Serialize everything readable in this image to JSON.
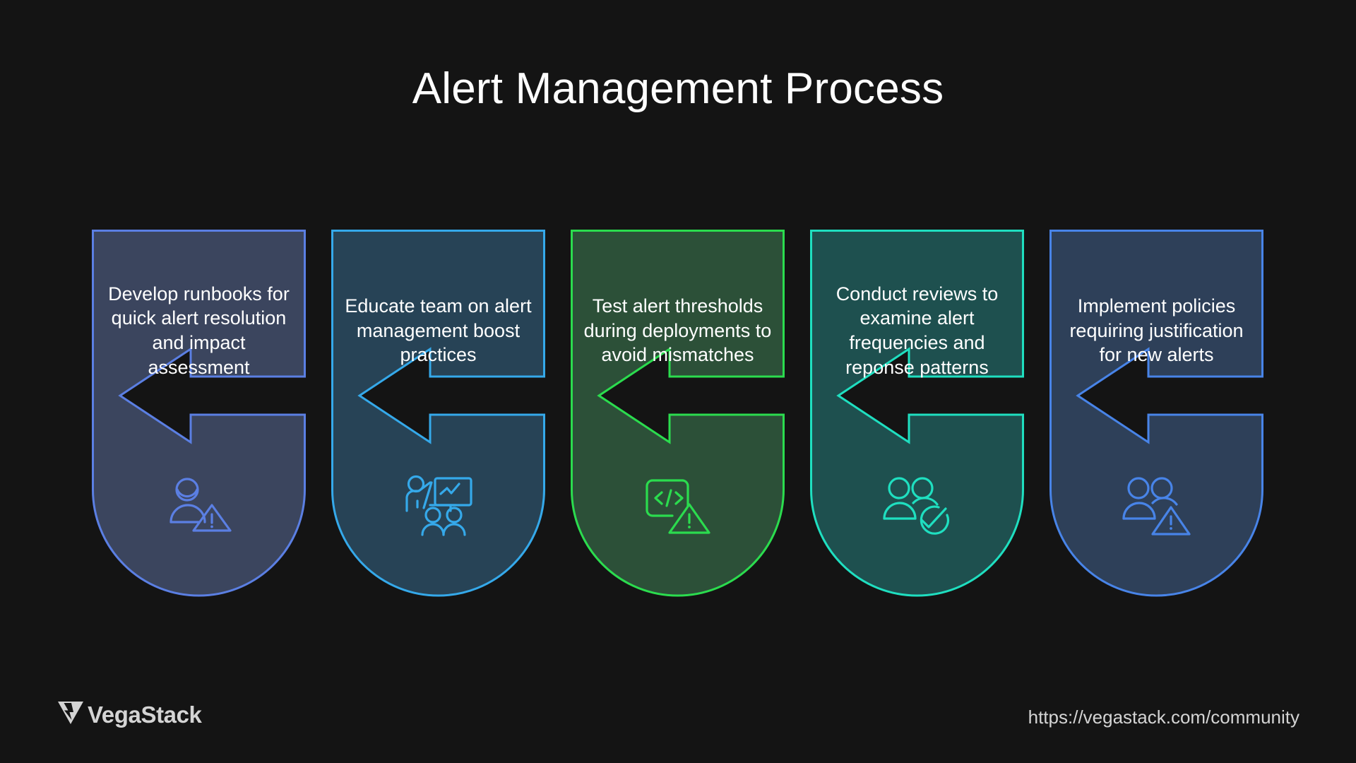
{
  "title": "Alert Management Process",
  "background_color": "#141414",
  "steps": [
    {
      "text": "Develop runbooks for quick alert resolution and impact assessment",
      "accent": "#5b7fe3",
      "fill": "#3b455e",
      "icon": "person-warning-icon"
    },
    {
      "text": "Educate team on alert management boost practices",
      "accent": "#35a9ea",
      "fill": "#274356",
      "icon": "presentation-training-icon"
    },
    {
      "text": "Test alert thresholds during deployments to avoid mismatches",
      "accent": "#2bdc4e",
      "fill": "#2c5038",
      "icon": "code-warning-icon"
    },
    {
      "text": "Conduct reviews to examine alert frequencies and reponse patterns",
      "accent": "#1fdfc0",
      "fill": "#1e504f",
      "icon": "people-check-icon"
    },
    {
      "text": "Implement policies requiring justification for new alerts",
      "accent": "#4884e8",
      "fill": "#2e4059",
      "icon": "people-warning-icon"
    }
  ],
  "footer": {
    "brand": "VegaStack",
    "url": "https://vegastack.com/community"
  }
}
